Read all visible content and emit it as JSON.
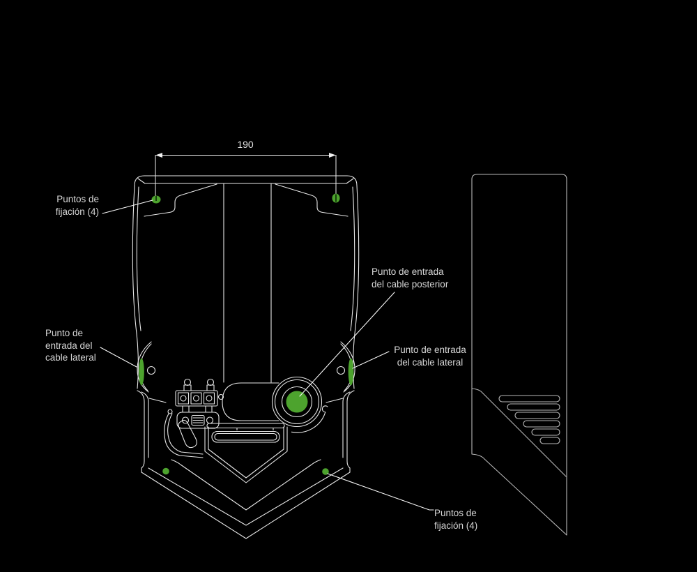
{
  "colors": {
    "background": "#000000",
    "drawing_line": "#e8e8e8",
    "side_view_line": "#b8b8b8",
    "accent_green": "#4da32e",
    "marker_slot_dark": "#143e0a",
    "label_text": "#d6d6d6"
  },
  "dimension": {
    "value": "190"
  },
  "annotations": {
    "fixing_points_top": {
      "line1": "Puntos de",
      "line2": "fijación (4)"
    },
    "side_entry_left": {
      "line1": "Punto de",
      "line2": "entrada del",
      "line3": "cable lateral"
    },
    "rear_entry": {
      "line1": "Punto de entrada",
      "line2": "del cable posterior"
    },
    "side_entry_right": {
      "line1": "Punto de entrada",
      "line2": "del cable lateral"
    },
    "fixing_points_bottom": {
      "line1": "Puntos de",
      "line2": "fijación (4)"
    }
  }
}
